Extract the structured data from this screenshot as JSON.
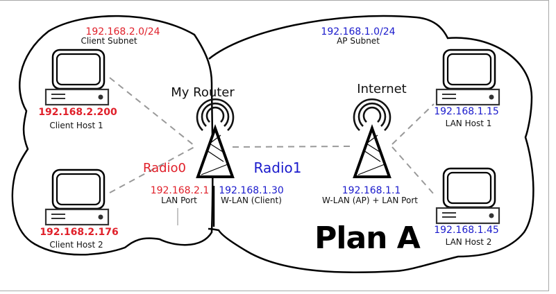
{
  "title": "Plan A",
  "subnets": {
    "client": {
      "cidr": "192.168.2.0/24",
      "name": "Client Subnet"
    },
    "ap": {
      "cidr": "192.168.1.0/24",
      "name": "AP Subnet"
    }
  },
  "routers": {
    "my_router": {
      "name": "My Router",
      "radio0_label": "Radio0",
      "radio1_label": "Radio1",
      "lan_ip": "192.168.2.1",
      "lan_label": "LAN Port",
      "wlan_ip": "192.168.1.30",
      "wlan_label": "W-LAN (Client)"
    },
    "internet": {
      "name": "Internet",
      "ip": "192.168.1.1",
      "label": "W-LAN (AP) + LAN Port"
    }
  },
  "hosts": [
    {
      "ip": "192.168.2.200",
      "name": "Client Host 1"
    },
    {
      "ip": "192.168.2.176",
      "name": "Client Host 2"
    },
    {
      "ip": "192.168.1.15",
      "name": "LAN Host 1"
    },
    {
      "ip": "192.168.1.45",
      "name": "LAN Host 2"
    }
  ],
  "colors": {
    "client_text": "#e0202a",
    "ap_text": "#1a1acc",
    "link": "#999999"
  }
}
